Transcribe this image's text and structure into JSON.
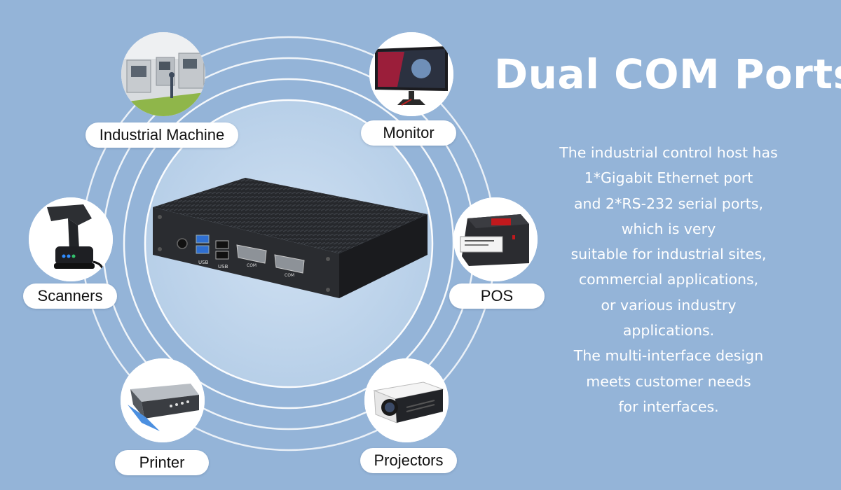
{
  "headline": "Dual COM Ports",
  "description": [
    "The industrial control host has",
    "1*Gigabit Ethernet port",
    "and 2*RS-232 serial ports,",
    "which is very",
    "suitable for industrial sites,",
    "commercial applications,",
    "or various industry",
    "applications.",
    "The multi-interface design",
    "meets customer needs",
    "for interfaces."
  ],
  "devices": {
    "industrial_machine": "Industrial Machine",
    "monitor": "Monitor",
    "scanners": "Scanners",
    "pos": "POS",
    "printer": "Printer",
    "projectors": "Projectors"
  },
  "port_labels": {
    "usb_1": "USB",
    "usb_2": "USB",
    "com_1": "COM",
    "com_2": "COM"
  },
  "colors": {
    "background": "#94b4d8",
    "rings": "#ffffff",
    "text": "#ffffff"
  }
}
